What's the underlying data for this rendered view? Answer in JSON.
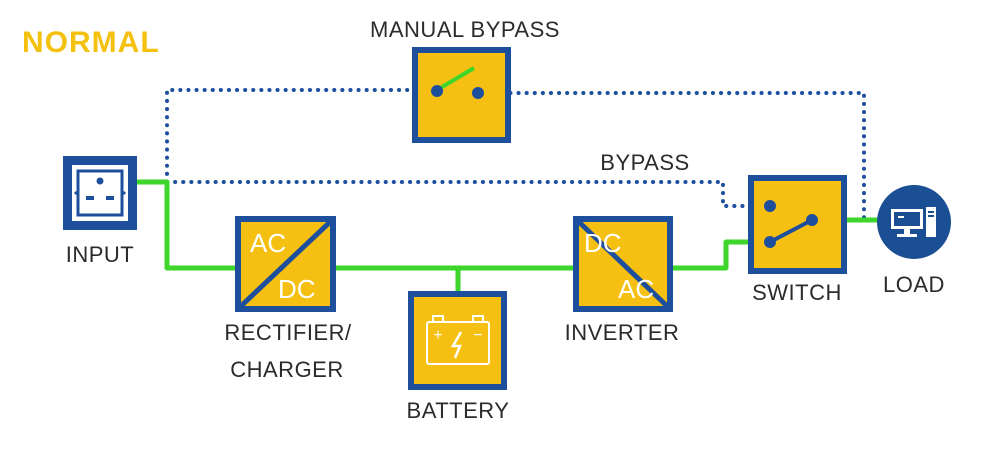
{
  "mode_title": "NORMAL",
  "labels": {
    "manual_bypass": "MANUAL BYPASS",
    "bypass": "BYPASS",
    "input": "INPUT",
    "rectifier_line1": "RECTIFIER/",
    "rectifier_line2": "CHARGER",
    "battery": "BATTERY",
    "inverter": "INVERTER",
    "switch": "SWITCH",
    "load": "LOAD"
  },
  "rectifier": {
    "top": "AC",
    "bottom": "DC"
  },
  "inverter": {
    "top": "DC",
    "bottom": "AC"
  },
  "battery_terminals": {
    "plus": "+",
    "minus": "−"
  },
  "icons": {
    "input": "power-outlet-icon",
    "battery": "battery-icon",
    "load": "computer-icon"
  },
  "colors": {
    "title": "#f4c10f",
    "box_fill": "#f6c012",
    "box_border": "#1d4f9c",
    "active_line": "#3ed62a",
    "standby_line": "#1d4f9c",
    "load_circle": "#1b4f93"
  }
}
